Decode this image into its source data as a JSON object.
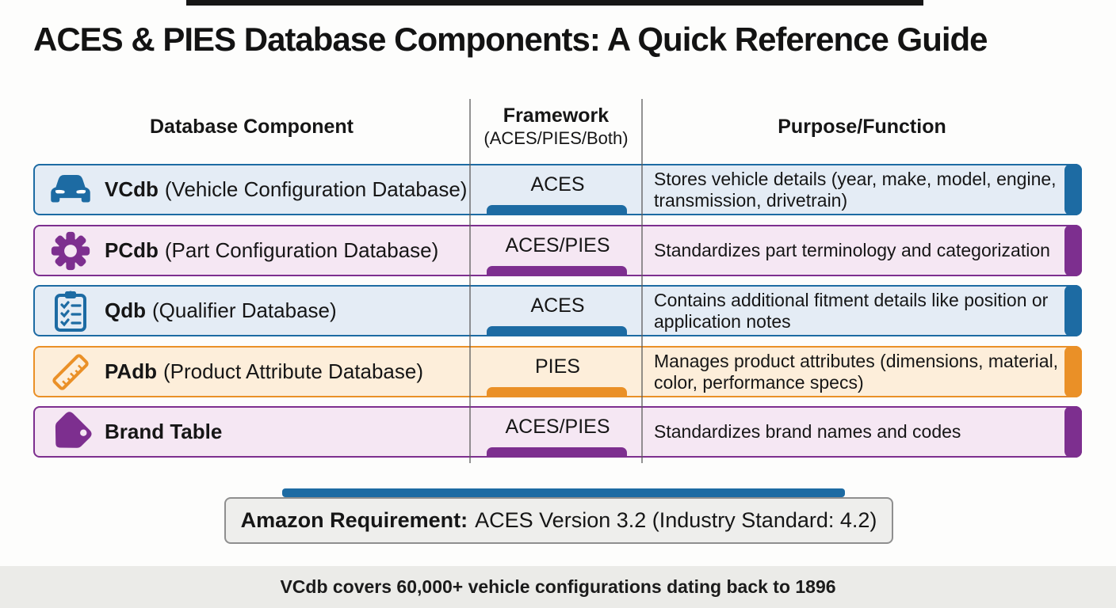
{
  "header": {
    "title": "ACES & PIES Database Components: A Quick Reference Guide"
  },
  "table": {
    "columns": {
      "component": "Database Component",
      "framework_line1": "Framework",
      "framework_line2": "(ACES/PIES/Both)",
      "purpose": "Purpose/Function"
    },
    "rows": [
      {
        "icon": "car-icon",
        "name": "VCdb",
        "full_name": "(Vehicle Configuration Database)",
        "framework": "ACES",
        "purpose": "Stores vehicle details (year, make, model, engine, transmission, drivetrain)",
        "theme": "blue"
      },
      {
        "icon": "gear-icon",
        "name": "PCdb",
        "full_name": "(Part Configuration Database)",
        "framework": "ACES/PIES",
        "purpose": "Standardizes part terminology and categorization",
        "theme": "purple"
      },
      {
        "icon": "checklist-icon",
        "name": "Qdb",
        "full_name": "(Qualifier Database)",
        "framework": "ACES",
        "purpose": "Contains additional fitment details like position or application notes",
        "theme": "blue"
      },
      {
        "icon": "ruler-icon",
        "name": "PAdb",
        "full_name": "(Product Attribute Database)",
        "framework": "PIES",
        "purpose": "Manages product attributes (dimensions, material, color, performance specs)",
        "theme": "orange"
      },
      {
        "icon": "tag-icon",
        "name": "Brand Table",
        "full_name": "",
        "framework": "ACES/PIES",
        "purpose": "Standardizes brand names and codes",
        "theme": "purple"
      }
    ]
  },
  "callout": {
    "label": "Amazon Requirement:",
    "text": "ACES Version 3.2 (Industry Standard: 4.2)"
  },
  "footer": {
    "note": "VCdb covers 60,000+ vehicle configurations dating back to 1896"
  },
  "colors": {
    "blue": "#1d6ba3",
    "blue_bg": "#e4ecf5",
    "purple": "#7d2f8f",
    "purple_bg": "#f5e7f3",
    "orange": "#ea9027",
    "orange_bg": "#fdeeda",
    "callout_bg": "#eeeeec",
    "footer_bg": "#ebebe8"
  }
}
